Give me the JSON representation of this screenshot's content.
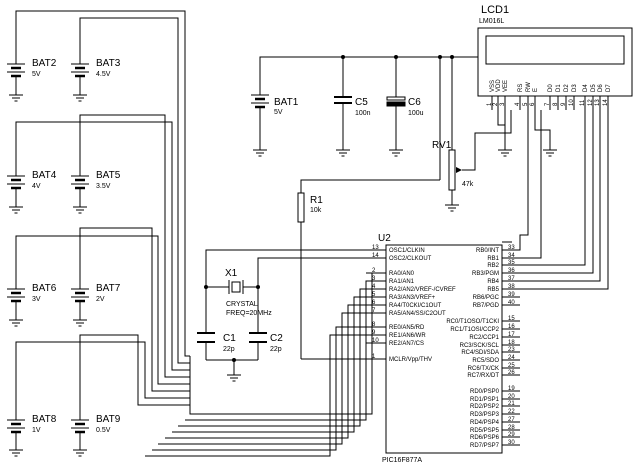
{
  "lcd": {
    "ref": "LCD1",
    "model": "LM016L",
    "pins": [
      {
        "name": "VSS",
        "num": "1"
      },
      {
        "name": "VDD",
        "num": "2"
      },
      {
        "name": "VEE",
        "num": "3"
      },
      {
        "name": "RS",
        "num": "4"
      },
      {
        "name": "RW",
        "num": "5"
      },
      {
        "name": "E",
        "num": "6"
      },
      {
        "name": "D0",
        "num": "7"
      },
      {
        "name": "D1",
        "num": "8"
      },
      {
        "name": "D2",
        "num": "9"
      },
      {
        "name": "D3",
        "num": "10"
      },
      {
        "name": "D4",
        "num": "11"
      },
      {
        "name": "D5",
        "num": "12"
      },
      {
        "name": "D6",
        "num": "13"
      },
      {
        "name": "D7",
        "num": "14"
      }
    ]
  },
  "batteries": [
    {
      "ref": "BAT2",
      "value": "5V"
    },
    {
      "ref": "BAT3",
      "value": "4.5V"
    },
    {
      "ref": "BAT4",
      "value": "4V"
    },
    {
      "ref": "BAT5",
      "value": "3.5V"
    },
    {
      "ref": "BAT6",
      "value": "3V"
    },
    {
      "ref": "BAT7",
      "value": "2V"
    },
    {
      "ref": "BAT8",
      "value": "1V"
    },
    {
      "ref": "BAT9",
      "value": "0.5V"
    },
    {
      "ref": "BAT1",
      "value": "5V"
    }
  ],
  "caps": [
    {
      "ref": "C5",
      "value": "100n"
    },
    {
      "ref": "C6",
      "value": "100u"
    },
    {
      "ref": "C1",
      "value": "22p"
    },
    {
      "ref": "C2",
      "value": "22p"
    }
  ],
  "pot": {
    "ref": "RV1",
    "value": "47k"
  },
  "resistor": {
    "ref": "R1",
    "value": "10k"
  },
  "crystal": {
    "ref": "X1",
    "type": "CRYSTAL",
    "freq": "FREQ=20MHz"
  },
  "mcu": {
    "ref": "U2",
    "part": "PIC16F877A",
    "left_pins": [
      {
        "num": "13",
        "name": "OSC1/CLKIN"
      },
      {
        "num": "14",
        "name": "OSC2/CLKOUT"
      },
      {
        "num": "2",
        "name": "RA0/AN0"
      },
      {
        "num": "3",
        "name": "RA1/AN1"
      },
      {
        "num": "4",
        "name": "RA2/AN2/VREF-/CVREF"
      },
      {
        "num": "5",
        "name": "RA3/AN3/VREF+"
      },
      {
        "num": "6",
        "name": "RA4/T0CKI/C1OUT"
      },
      {
        "num": "7",
        "name": "RA5/AN4/SS/C2OUT"
      },
      {
        "num": "8",
        "name": "RE0/AN5/RD"
      },
      {
        "num": "9",
        "name": "RE1/AN6/WR"
      },
      {
        "num": "10",
        "name": "RE2/AN7/CS"
      },
      {
        "num": "1",
        "name": "MCLR/Vpp/THV"
      }
    ],
    "right_pins": [
      {
        "num": "33",
        "name": "RB0/INT"
      },
      {
        "num": "34",
        "name": "RB1"
      },
      {
        "num": "35",
        "name": "RB2"
      },
      {
        "num": "36",
        "name": "RB3/PGM"
      },
      {
        "num": "37",
        "name": "RB4"
      },
      {
        "num": "38",
        "name": "RB5"
      },
      {
        "num": "39",
        "name": "RB6/PGC"
      },
      {
        "num": "40",
        "name": "RB7/PGD"
      },
      {
        "num": "15",
        "name": "RC0/T1OSO/T1CKI"
      },
      {
        "num": "16",
        "name": "RC1/T1OSI/CCP2"
      },
      {
        "num": "17",
        "name": "RC2/CCP1"
      },
      {
        "num": "18",
        "name": "RC3/SCK/SCL"
      },
      {
        "num": "23",
        "name": "RC4/SDI/SDA"
      },
      {
        "num": "24",
        "name": "RC5/SDO"
      },
      {
        "num": "25",
        "name": "RC6/TX/CK"
      },
      {
        "num": "26",
        "name": "RC7/RX/DT"
      },
      {
        "num": "19",
        "name": "RD0/PSP0"
      },
      {
        "num": "20",
        "name": "RD1/PSP1"
      },
      {
        "num": "21",
        "name": "RD2/PSP2"
      },
      {
        "num": "22",
        "name": "RD3/PSP3"
      },
      {
        "num": "27",
        "name": "RD4/PSP4"
      },
      {
        "num": "28",
        "name": "RD5/PSP5"
      },
      {
        "num": "29",
        "name": "RD6/PSP6"
      },
      {
        "num": "30",
        "name": "RD7/PSP7"
      }
    ]
  }
}
